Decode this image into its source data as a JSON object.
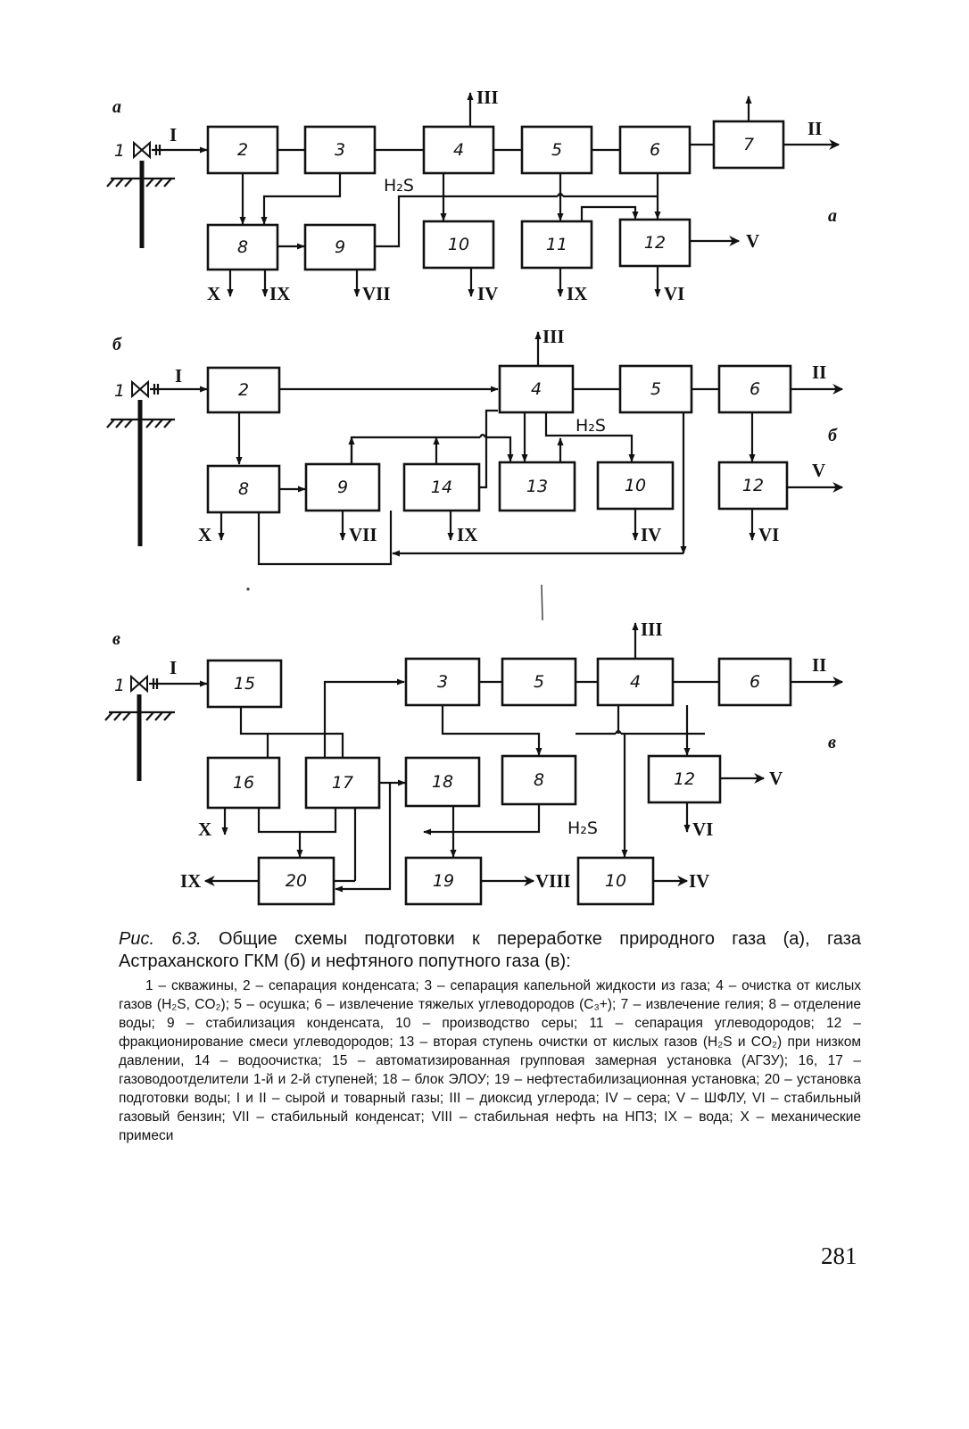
{
  "diagram_a": {
    "panel_label": "а",
    "panel_label_right": "а",
    "well_number": "1",
    "blocks": [
      "2",
      "3",
      "4",
      "5",
      "6",
      "7",
      "8",
      "9",
      "10",
      "11",
      "12"
    ],
    "streams": {
      "inlet": "I",
      "out_III": "III",
      "out_II": "II",
      "out_V": "V",
      "out_X": "X",
      "out_IX_8": "IX",
      "out_VII": "VII",
      "out_IV": "IV",
      "out_IX_11": "IX",
      "out_VI": "VI"
    },
    "gas_label": "H₂S"
  },
  "diagram_b": {
    "panel_label": "б",
    "panel_label_right": "б",
    "well_number": "1",
    "blocks": [
      "2",
      "4",
      "5",
      "6",
      "8",
      "9",
      "14",
      "13",
      "10",
      "12"
    ],
    "streams": {
      "inlet": "I",
      "out_III": "III",
      "out_II": "II",
      "out_V": "V",
      "out_X": "X",
      "out_VII": "VII",
      "out_IX": "IX",
      "out_IV": "IV",
      "out_VI": "VI"
    },
    "gas_label": "H₂S"
  },
  "diagram_c": {
    "panel_label": "в",
    "panel_label_right": "в",
    "well_number": "1",
    "blocks": [
      "15",
      "3",
      "5",
      "4",
      "6",
      "16",
      "17",
      "18",
      "8",
      "12",
      "20",
      "19",
      "10"
    ],
    "streams": {
      "inlet": "I",
      "out_III": "III",
      "out_II": "II",
      "out_V": "V",
      "out_X": "X",
      "out_VI": "VI",
      "out_IX": "IX",
      "out_VIII": "VIII",
      "out_IV": "IV"
    },
    "gas_label": "H₂S"
  },
  "caption": {
    "figure_label": "Рис. 6.3.",
    "title": "Общие схемы подготовки к переработке природного газа (а), газа Астраханского ГКМ (б) и нефтяного попутного газа (в):",
    "legend": "1 – скважины, 2 – сепарация конденсата; 3 – сепарация капельной жидкости из газа; 4 – очистка от кислых газов (H₂S, CO₂); 5 – осушка; 6 – извлечение тяжелых углеводородов (C₃+); 7 – извлечение гелия; 8 – отделение воды; 9 – стабилизация конденсата, 10 – производство серы; 11 – сепарация углеводородов; 12 – фракционирование смеси углеводородов; 13 – вторая ступень очистки от кислых газов (H₂S и CO₂) при низком давлении, 14 – водоочистка; 15 – автоматизированная групповая замерная установка (АГЗУ); 16, 17 – газоводоотделители 1-й и 2-й ступеней; 18 – блок ЭЛОУ; 19 – нефтестабилизационная установка; 20 – установка подготовки воды; I и II – сырой и товарный газы; III – диоксид углерода; IV – сера; V – ШФЛУ, VI – стабильный газовый бензин; VII – стабильный конденсат; VIII – стабильная нефть на НПЗ; IX – вода; X – механические примеси"
  },
  "page_number": "281"
}
